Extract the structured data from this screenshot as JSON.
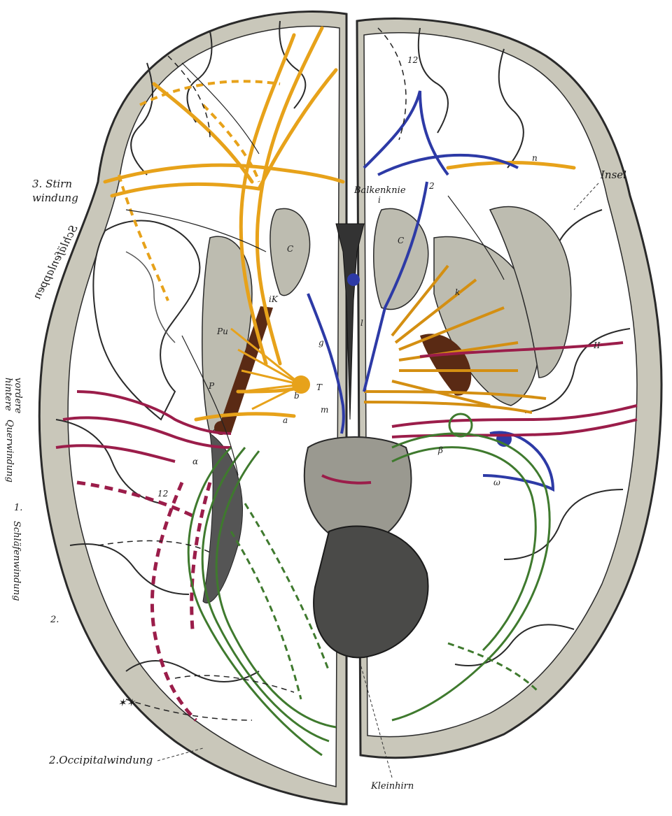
{
  "labels": {
    "stirnwindung": "3. Stirn windung",
    "stirnwindung_l1": "3. Stirn",
    "stirnwindung_l2": "windung",
    "balkenknie": "Balkenknie",
    "insel": "Insel",
    "schlaefenlappen": "Schläfenlappen",
    "querwindung": "vordere hintere Querwindung",
    "querwindung_l1": "vordere",
    "querwindung_l2": "hintere",
    "querwindung_l3": "Querwindung",
    "schlaefenwindung": "1. Schläfenwindung 2.",
    "schlaefenwindung_num1": "1.",
    "schlaefenwindung_word": "Schläfenwindung",
    "schlaefenwindung_num2": "2.",
    "occipitalwindung": "2.Occipitalwindung",
    "kleinhirn": "Kleinhirn",
    "stars": "✶✶"
  },
  "symbols": {
    "ik": "iK",
    "pu": "Pu",
    "c_left": "C",
    "c_right": "C",
    "t": "T",
    "p": "P",
    "k": "k",
    "n": "n",
    "num12_top": "12",
    "num12_mid": "12",
    "num2": "2",
    "alpha": "α",
    "beta": "β",
    "omega": "ω",
    "ii": "II",
    "g": "g",
    "l": "l",
    "i": "i",
    "m": "m",
    "a": "a",
    "b": "b"
  },
  "colors": {
    "background": "#ffffff",
    "cortex_gray": "#c9c7ba",
    "white_matter": "#ffffff",
    "outline": "#2a2a2a",
    "nucleus_gray": "#bdbcb0",
    "orange_tract": "#e7a21a",
    "blue_tract": "#2d3aa6",
    "red_tract": "#9b1d4a",
    "green_tract": "#3f7a2e",
    "brown_tract": "#5a2a14"
  }
}
